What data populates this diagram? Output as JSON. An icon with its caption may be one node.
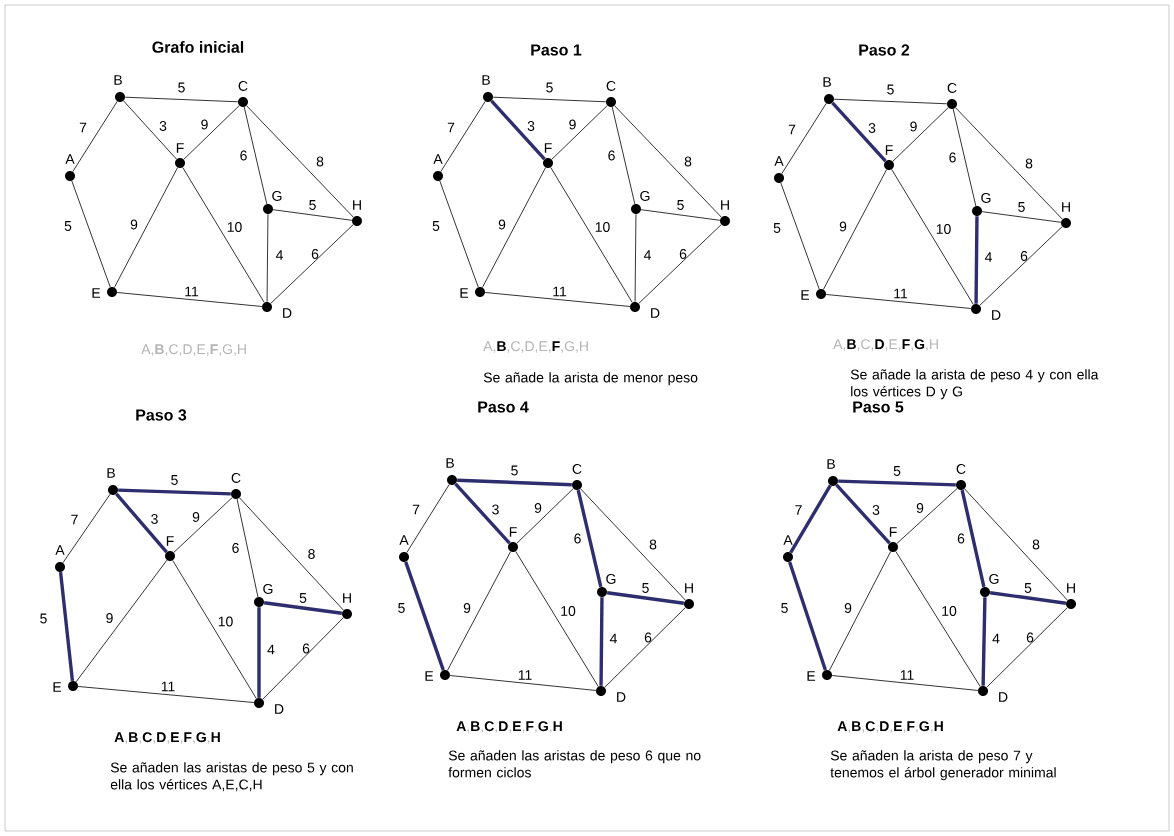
{
  "diagram": {
    "nodes": [
      {
        "text": [],
        "shape": "circle",
        "beside": [
          "A"
        ]
      },
      {
        "text": [],
        "shape": "circle",
        "beside": [
          "B"
        ]
      },
      {
        "text": [],
        "shape": "circle",
        "beside": [
          "C"
        ]
      },
      {
        "text": [],
        "shape": "circle",
        "beside": [
          "D"
        ]
      },
      {
        "text": [],
        "shape": "circle",
        "beside": [
          "E"
        ]
      },
      {
        "text": [],
        "shape": "circle",
        "beside": [
          "F"
        ]
      },
      {
        "text": [],
        "shape": "circle",
        "beside": [
          "G"
        ]
      },
      {
        "text": [],
        "shape": "circle",
        "beside": [
          "H"
        ]
      },
      {
        "text": [],
        "shape": "circle",
        "beside": [
          "A"
        ]
      },
      {
        "text": [],
        "shape": "circle",
        "beside": [
          "B"
        ]
      },
      {
        "text": [],
        "shape": "circle",
        "beside": [
          "C"
        ]
      },
      {
        "text": [],
        "shape": "circle",
        "beside": [
          "D"
        ]
      },
      {
        "text": [],
        "shape": "circle",
        "beside": [
          "E"
        ]
      },
      {
        "text": [],
        "shape": "circle",
        "beside": [
          "F"
        ]
      },
      {
        "text": [],
        "shape": "circle",
        "beside": [
          "G"
        ]
      },
      {
        "text": [],
        "shape": "circle",
        "beside": [
          "H"
        ]
      },
      {
        "text": [],
        "shape": "circle",
        "beside": [
          "A"
        ]
      },
      {
        "text": [],
        "shape": "circle",
        "beside": [
          "B"
        ]
      },
      {
        "text": [],
        "shape": "circle",
        "beside": [
          "C"
        ]
      },
      {
        "text": [],
        "shape": "circle",
        "beside": [
          "D"
        ]
      },
      {
        "text": [],
        "shape": "circle",
        "beside": [
          "E"
        ]
      },
      {
        "text": [],
        "shape": "circle",
        "beside": [
          "F"
        ]
      },
      {
        "text": [],
        "shape": "circle",
        "beside": [
          "G"
        ]
      },
      {
        "text": [],
        "shape": "circle",
        "beside": [
          "H"
        ]
      },
      {
        "text": [],
        "shape": "circle",
        "beside": [
          "A"
        ]
      },
      {
        "text": [],
        "shape": "circle",
        "beside": [
          "B"
        ]
      },
      {
        "text": [],
        "shape": "circle",
        "beside": [
          "C"
        ]
      },
      {
        "text": [],
        "shape": "circle",
        "beside": [
          "D"
        ]
      },
      {
        "text": [],
        "shape": "circle",
        "beside": [
          "E"
        ]
      },
      {
        "text": [],
        "shape": "circle",
        "beside": [
          "F"
        ]
      },
      {
        "text": [],
        "shape": "circle",
        "beside": [
          "G"
        ]
      },
      {
        "text": [],
        "shape": "circle",
        "beside": [
          "H"
        ]
      },
      {
        "text": [],
        "shape": "circle",
        "beside": [
          "A"
        ]
      },
      {
        "text": [],
        "shape": "circle",
        "beside": [
          "B"
        ]
      },
      {
        "text": [],
        "shape": "circle",
        "beside": [
          "C"
        ]
      },
      {
        "text": [],
        "shape": "circle",
        "beside": [
          "D"
        ]
      },
      {
        "text": [],
        "shape": "circle",
        "beside": [
          "E"
        ]
      },
      {
        "text": [],
        "shape": "circle",
        "beside": [
          "F"
        ]
      },
      {
        "text": [],
        "shape": "circle",
        "beside": [
          "G"
        ]
      },
      {
        "text": [],
        "shape": "circle",
        "beside": [
          "H"
        ]
      },
      {
        "text": [],
        "shape": "circle",
        "beside": [
          "A"
        ]
      },
      {
        "text": [],
        "shape": "circle",
        "beside": [
          "B"
        ]
      },
      {
        "text": [],
        "shape": "circle",
        "beside": [
          "C"
        ]
      },
      {
        "text": [],
        "shape": "circle",
        "beside": [
          "D"
        ]
      },
      {
        "text": [],
        "shape": "circle",
        "beside": [
          "E"
        ]
      },
      {
        "text": [],
        "shape": "circle",
        "beside": [
          "F"
        ]
      },
      {
        "text": [],
        "shape": "circle",
        "beside": [
          "G"
        ]
      },
      {
        "text": [],
        "shape": "circle",
        "beside": [
          "H"
        ]
      }
    ],
    "edges": [
      {
        "from": 0,
        "to": 1,
        "arrow": "none",
        "label": "7"
      },
      {
        "from": 1,
        "to": 2,
        "arrow": "none",
        "label": "5"
      },
      {
        "from": 1,
        "to": 5,
        "arrow": "none",
        "label": "3"
      },
      {
        "from": 2,
        "to": 5,
        "arrow": "none",
        "label": "9"
      },
      {
        "from": 2,
        "to": 6,
        "arrow": "none",
        "label": "6"
      },
      {
        "from": 2,
        "to": 7,
        "arrow": "none",
        "label": "8"
      },
      {
        "from": 6,
        "to": 7,
        "arrow": "none",
        "label": "5"
      },
      {
        "from": 6,
        "to": 3,
        "arrow": "none",
        "label": "4"
      },
      {
        "from": 7,
        "to": 3,
        "arrow": "none",
        "label": "6"
      },
      {
        "from": 0,
        "to": 4,
        "arrow": "none",
        "label": "5"
      },
      {
        "from": 4,
        "to": 5,
        "arrow": "none",
        "label": "9"
      },
      {
        "from": 5,
        "to": 3,
        "arrow": "none",
        "label": "10"
      },
      {
        "from": 4,
        "to": 3,
        "arrow": "none",
        "label": "11"
      },
      {
        "from": 8,
        "to": 9,
        "arrow": "none",
        "label": "7"
      },
      {
        "from": 9,
        "to": 10,
        "arrow": "none",
        "label": "5"
      },
      {
        "from": 9,
        "to": 13,
        "arrow": "none",
        "label": "3",
        "style": "thick",
        "color": "#2e2e6e"
      },
      {
        "from": 10,
        "to": 13,
        "arrow": "none",
        "label": "9"
      },
      {
        "from": 10,
        "to": 14,
        "arrow": "none",
        "label": "6"
      },
      {
        "from": 10,
        "to": 15,
        "arrow": "none",
        "label": "8"
      },
      {
        "from": 14,
        "to": 15,
        "arrow": "none",
        "label": "5"
      },
      {
        "from": 14,
        "to": 11,
        "arrow": "none",
        "label": "4"
      },
      {
        "from": 15,
        "to": 11,
        "arrow": "none",
        "label": "6"
      },
      {
        "from": 8,
        "to": 12,
        "arrow": "none",
        "label": "5"
      },
      {
        "from": 12,
        "to": 13,
        "arrow": "none",
        "label": "9"
      },
      {
        "from": 13,
        "to": 11,
        "arrow": "none",
        "label": "10"
      },
      {
        "from": 12,
        "to": 11,
        "arrow": "none",
        "label": "11"
      },
      {
        "from": 16,
        "to": 17,
        "arrow": "none",
        "label": "7"
      },
      {
        "from": 17,
        "to": 18,
        "arrow": "none",
        "label": "5"
      },
      {
        "from": 17,
        "to": 21,
        "arrow": "none",
        "label": "3",
        "style": "thick",
        "color": "#2e2e6e"
      },
      {
        "from": 18,
        "to": 21,
        "arrow": "none",
        "label": "9"
      },
      {
        "from": 18,
        "to": 22,
        "arrow": "none",
        "label": "6"
      },
      {
        "from": 18,
        "to": 23,
        "arrow": "none",
        "label": "8"
      },
      {
        "from": 22,
        "to": 23,
        "arrow": "none",
        "label": "5"
      },
      {
        "from": 22,
        "to": 19,
        "arrow": "none",
        "label": "4",
        "style": "thick",
        "color": "#2e2e6e"
      },
      {
        "from": 23,
        "to": 19,
        "arrow": "none",
        "label": "6"
      },
      {
        "from": 16,
        "to": 20,
        "arrow": "none",
        "label": "5"
      },
      {
        "from": 20,
        "to": 21,
        "arrow": "none",
        "label": "9"
      },
      {
        "from": 21,
        "to": 19,
        "arrow": "none",
        "label": "10"
      },
      {
        "from": 20,
        "to": 19,
        "arrow": "none",
        "label": "11"
      },
      {
        "from": 24,
        "to": 25,
        "arrow": "none",
        "label": "7"
      },
      {
        "from": 25,
        "to": 26,
        "arrow": "none",
        "label": "5",
        "style": "thick",
        "color": "#2e2e6e"
      },
      {
        "from": 25,
        "to": 29,
        "arrow": "none",
        "label": "3",
        "style": "thick",
        "color": "#2e2e6e"
      },
      {
        "from": 26,
        "to": 29,
        "arrow": "none",
        "label": "9"
      },
      {
        "from": 26,
        "to": 30,
        "arrow": "none",
        "label": "6"
      },
      {
        "from": 26,
        "to": 31,
        "arrow": "none",
        "label": "8"
      },
      {
        "from": 30,
        "to": 31,
        "arrow": "none",
        "label": "5",
        "style": "thick",
        "color": "#2e2e6e"
      },
      {
        "from": 30,
        "to": 27,
        "arrow": "none",
        "label": "4",
        "style": "thick",
        "color": "#2e2e6e"
      },
      {
        "from": 31,
        "to": 27,
        "arrow": "none",
        "label": "6"
      },
      {
        "from": 24,
        "to": 28,
        "arrow": "none",
        "label": "5",
        "style": "thick",
        "color": "#2e2e6e"
      },
      {
        "from": 28,
        "to": 29,
        "arrow": "none",
        "label": "9"
      },
      {
        "from": 29,
        "to": 27,
        "arrow": "none",
        "label": "10"
      },
      {
        "from": 28,
        "to": 27,
        "arrow": "none",
        "label": "11"
      },
      {
        "from": 32,
        "to": 33,
        "arrow": "none",
        "label": "7"
      },
      {
        "from": 33,
        "to": 34,
        "arrow": "none",
        "label": "5",
        "style": "thick",
        "color": "#2e2e6e"
      },
      {
        "from": 33,
        "to": 37,
        "arrow": "none",
        "label": "3",
        "style": "thick",
        "color": "#2e2e6e"
      },
      {
        "from": 34,
        "to": 37,
        "arrow": "none",
        "label": "9"
      },
      {
        "from": 34,
        "to": 38,
        "arrow": "none",
        "label": "6",
        "style": "thick",
        "color": "#2e2e6e"
      },
      {
        "from": 34,
        "to": 39,
        "arrow": "none",
        "label": "8"
      },
      {
        "from": 38,
        "to": 39,
        "arrow": "none",
        "label": "5",
        "style": "thick",
        "color": "#2e2e6e"
      },
      {
        "from": 38,
        "to": 35,
        "arrow": "none",
        "label": "4",
        "style": "thick",
        "color": "#2e2e6e"
      },
      {
        "from": 39,
        "to": 35,
        "arrow": "none",
        "label": "6"
      },
      {
        "from": 32,
        "to": 36,
        "arrow": "none",
        "label": "5",
        "style": "thick",
        "color": "#2e2e6e"
      },
      {
        "from": 36,
        "to": 37,
        "arrow": "none",
        "label": "9"
      },
      {
        "from": 37,
        "to": 35,
        "arrow": "none",
        "label": "10"
      },
      {
        "from": 36,
        "to": 35,
        "arrow": "none",
        "label": "11"
      },
      {
        "from": 40,
        "to": 41,
        "arrow": "none",
        "label": "7",
        "style": "thick",
        "color": "#2e2e6e"
      },
      {
        "from": 41,
        "to": 42,
        "arrow": "none",
        "label": "5",
        "style": "thick",
        "color": "#2e2e6e"
      },
      {
        "from": 41,
        "to": 45,
        "arrow": "none",
        "label": "3",
        "style": "thick",
        "color": "#2e2e6e"
      },
      {
        "from": 42,
        "to": 45,
        "arrow": "none",
        "label": "9"
      },
      {
        "from": 42,
        "to": 46,
        "arrow": "none",
        "label": "6",
        "style": "thick",
        "color": "#2e2e6e"
      },
      {
        "from": 42,
        "to": 47,
        "arrow": "none",
        "label": "8"
      },
      {
        "from": 46,
        "to": 47,
        "arrow": "none",
        "label": "5",
        "style": "thick",
        "color": "#2e2e6e"
      },
      {
        "from": 46,
        "to": 43,
        "arrow": "none",
        "label": "4",
        "style": "thick",
        "color": "#2e2e6e"
      },
      {
        "from": 47,
        "to": 43,
        "arrow": "none",
        "label": "6"
      },
      {
        "from": 40,
        "to": 44,
        "arrow": "none",
        "label": "5",
        "style": "thick",
        "color": "#2e2e6e"
      },
      {
        "from": 44,
        "to": 45,
        "arrow": "none",
        "label": "9"
      },
      {
        "from": 45,
        "to": 43,
        "arrow": "none",
        "label": "10"
      },
      {
        "from": 44,
        "to": 43,
        "arrow": "none",
        "label": "11"
      }
    ],
    "labels": [
      "Grafo inicial",
      "Paso 1",
      "Paso 2",
      "A,**B**,C,D,E,**F**,G,H",
      "A,**B**,C,D,E,**F**,G,H",
      "A,**B**,C,**D**,E,**F**,**G**,H",
      "Se añade la arista de menor peso",
      "Se añade la arista de peso 4 y con ella los vértices D y G",
      "Paso 3",
      "Paso 4",
      "Paso 5",
      "**A**,**B**,**C**,**D**,**E**,**F**,**G**,**H**",
      "**A**,**B**,**C**,**D**,**E**,**F**,**G**,**H**",
      "**A**,**B**,**C**,**D**,**E**,**F**,**G**,**H**",
      "Se añaden las aristas de peso 5 y con ella los vértices A,E,C,H",
      "Se añaden las aristas de peso 6 que no formen ciclos",
      "Se añaden la arista de peso 7 y tenemos el árbol generador minimal"
    ]
  }
}
